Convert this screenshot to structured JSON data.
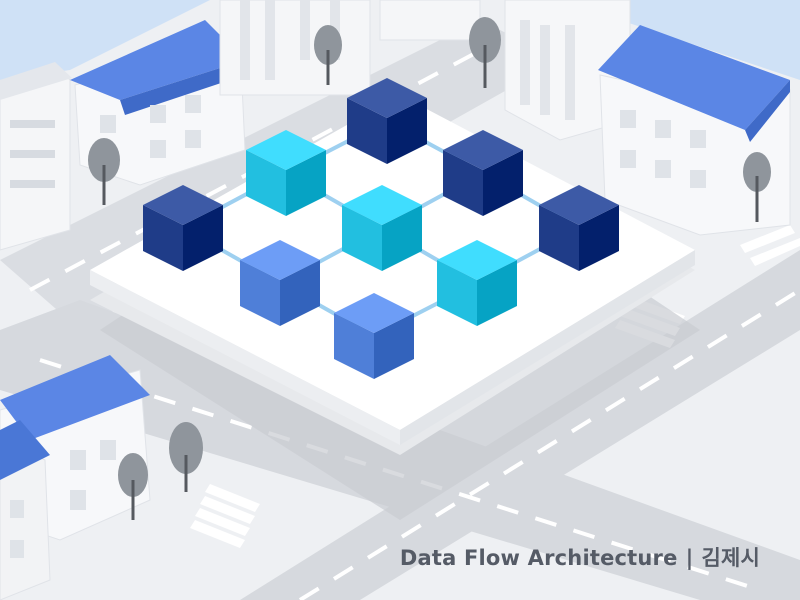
{
  "caption": {
    "title": "Data Flow Architecture",
    "separator": "|",
    "location": "김제시"
  },
  "colors": {
    "navy": "#1f3c88",
    "cyan": "#22bfe0",
    "blue": "#4f7fd8",
    "roof": "#5b86e5",
    "link": "#9ed0f0",
    "road": "#d5d8dd",
    "tree": "#8f959c",
    "building": "#f5f6f8"
  },
  "icons": {
    "node": "cube-icon",
    "link": "connector-line",
    "tree": "tree-icon",
    "building": "building-icon"
  }
}
